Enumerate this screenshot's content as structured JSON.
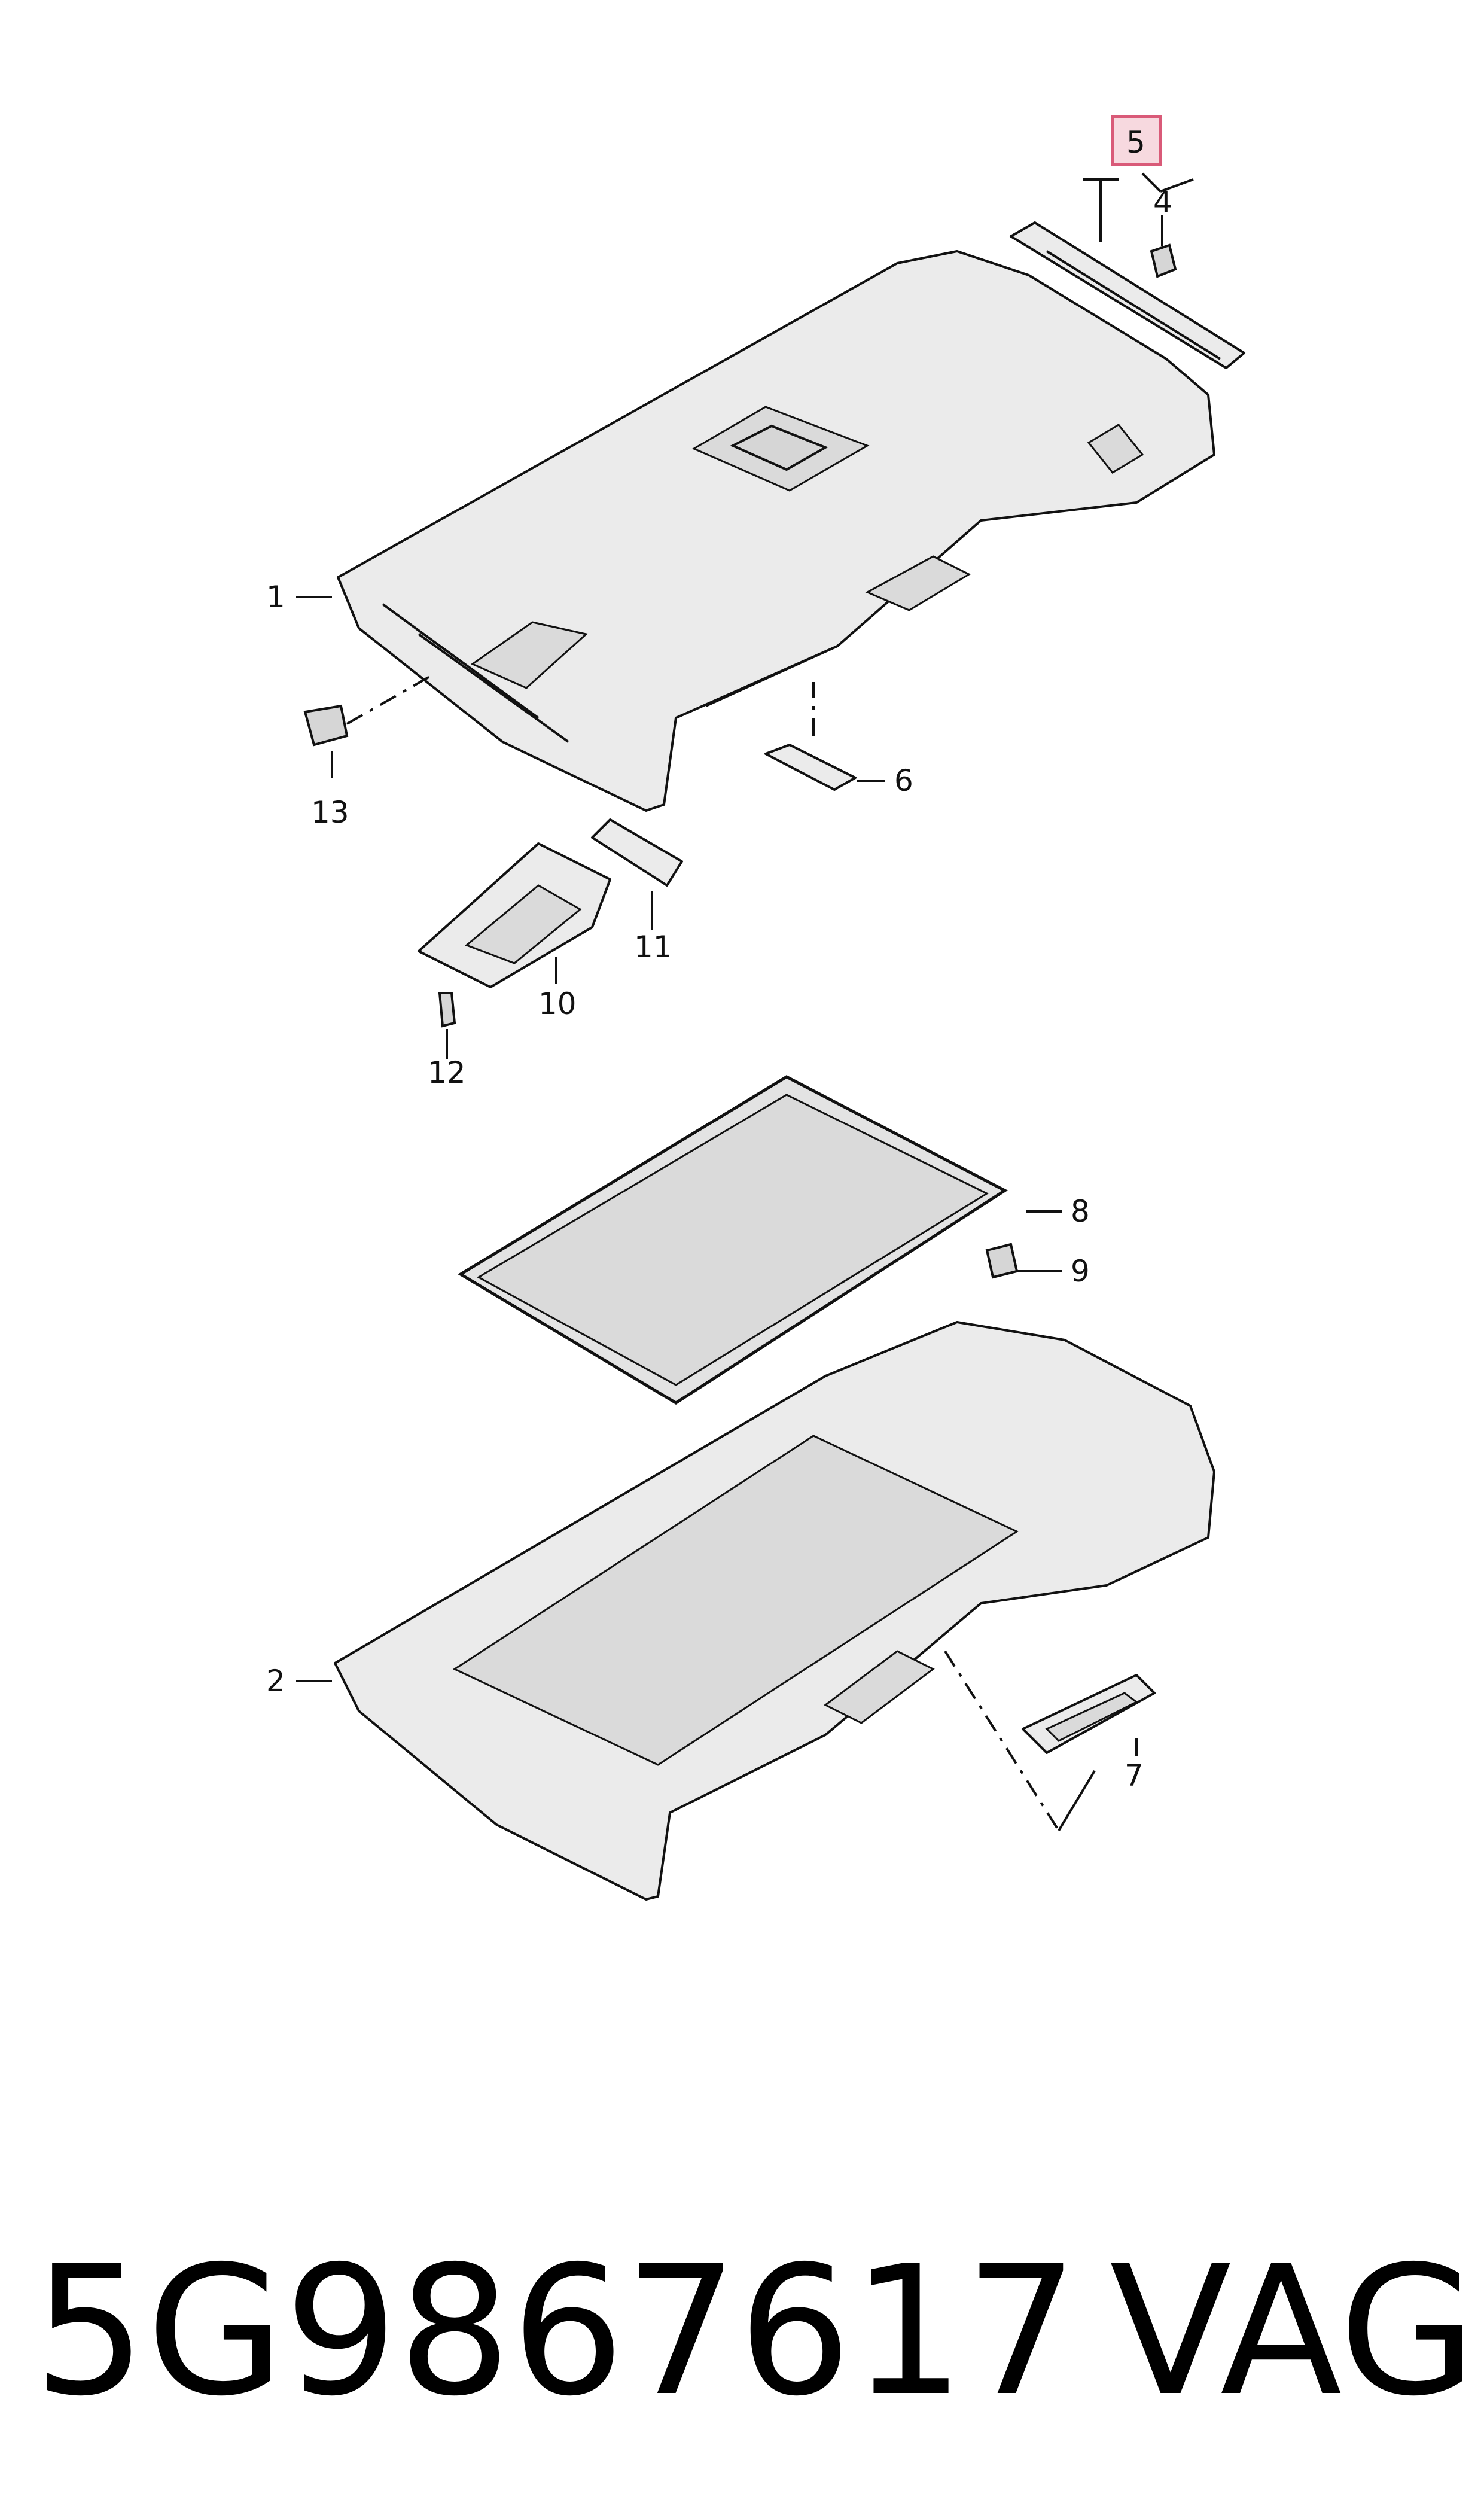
{
  "callouts": {
    "c1": "1",
    "c2": "2",
    "c4": "4",
    "c5": "5",
    "c6": "6",
    "c7": "7",
    "c8": "8",
    "c9": "9",
    "c10": "10",
    "c11": "11",
    "c12": "12",
    "c13": "13"
  },
  "highlighted_callout": "5",
  "part_number": "5G9867617",
  "brand": "VAG",
  "colors": {
    "highlight_fill": "#f7d9df",
    "highlight_stroke": "#d95a78",
    "line": "#111111"
  }
}
